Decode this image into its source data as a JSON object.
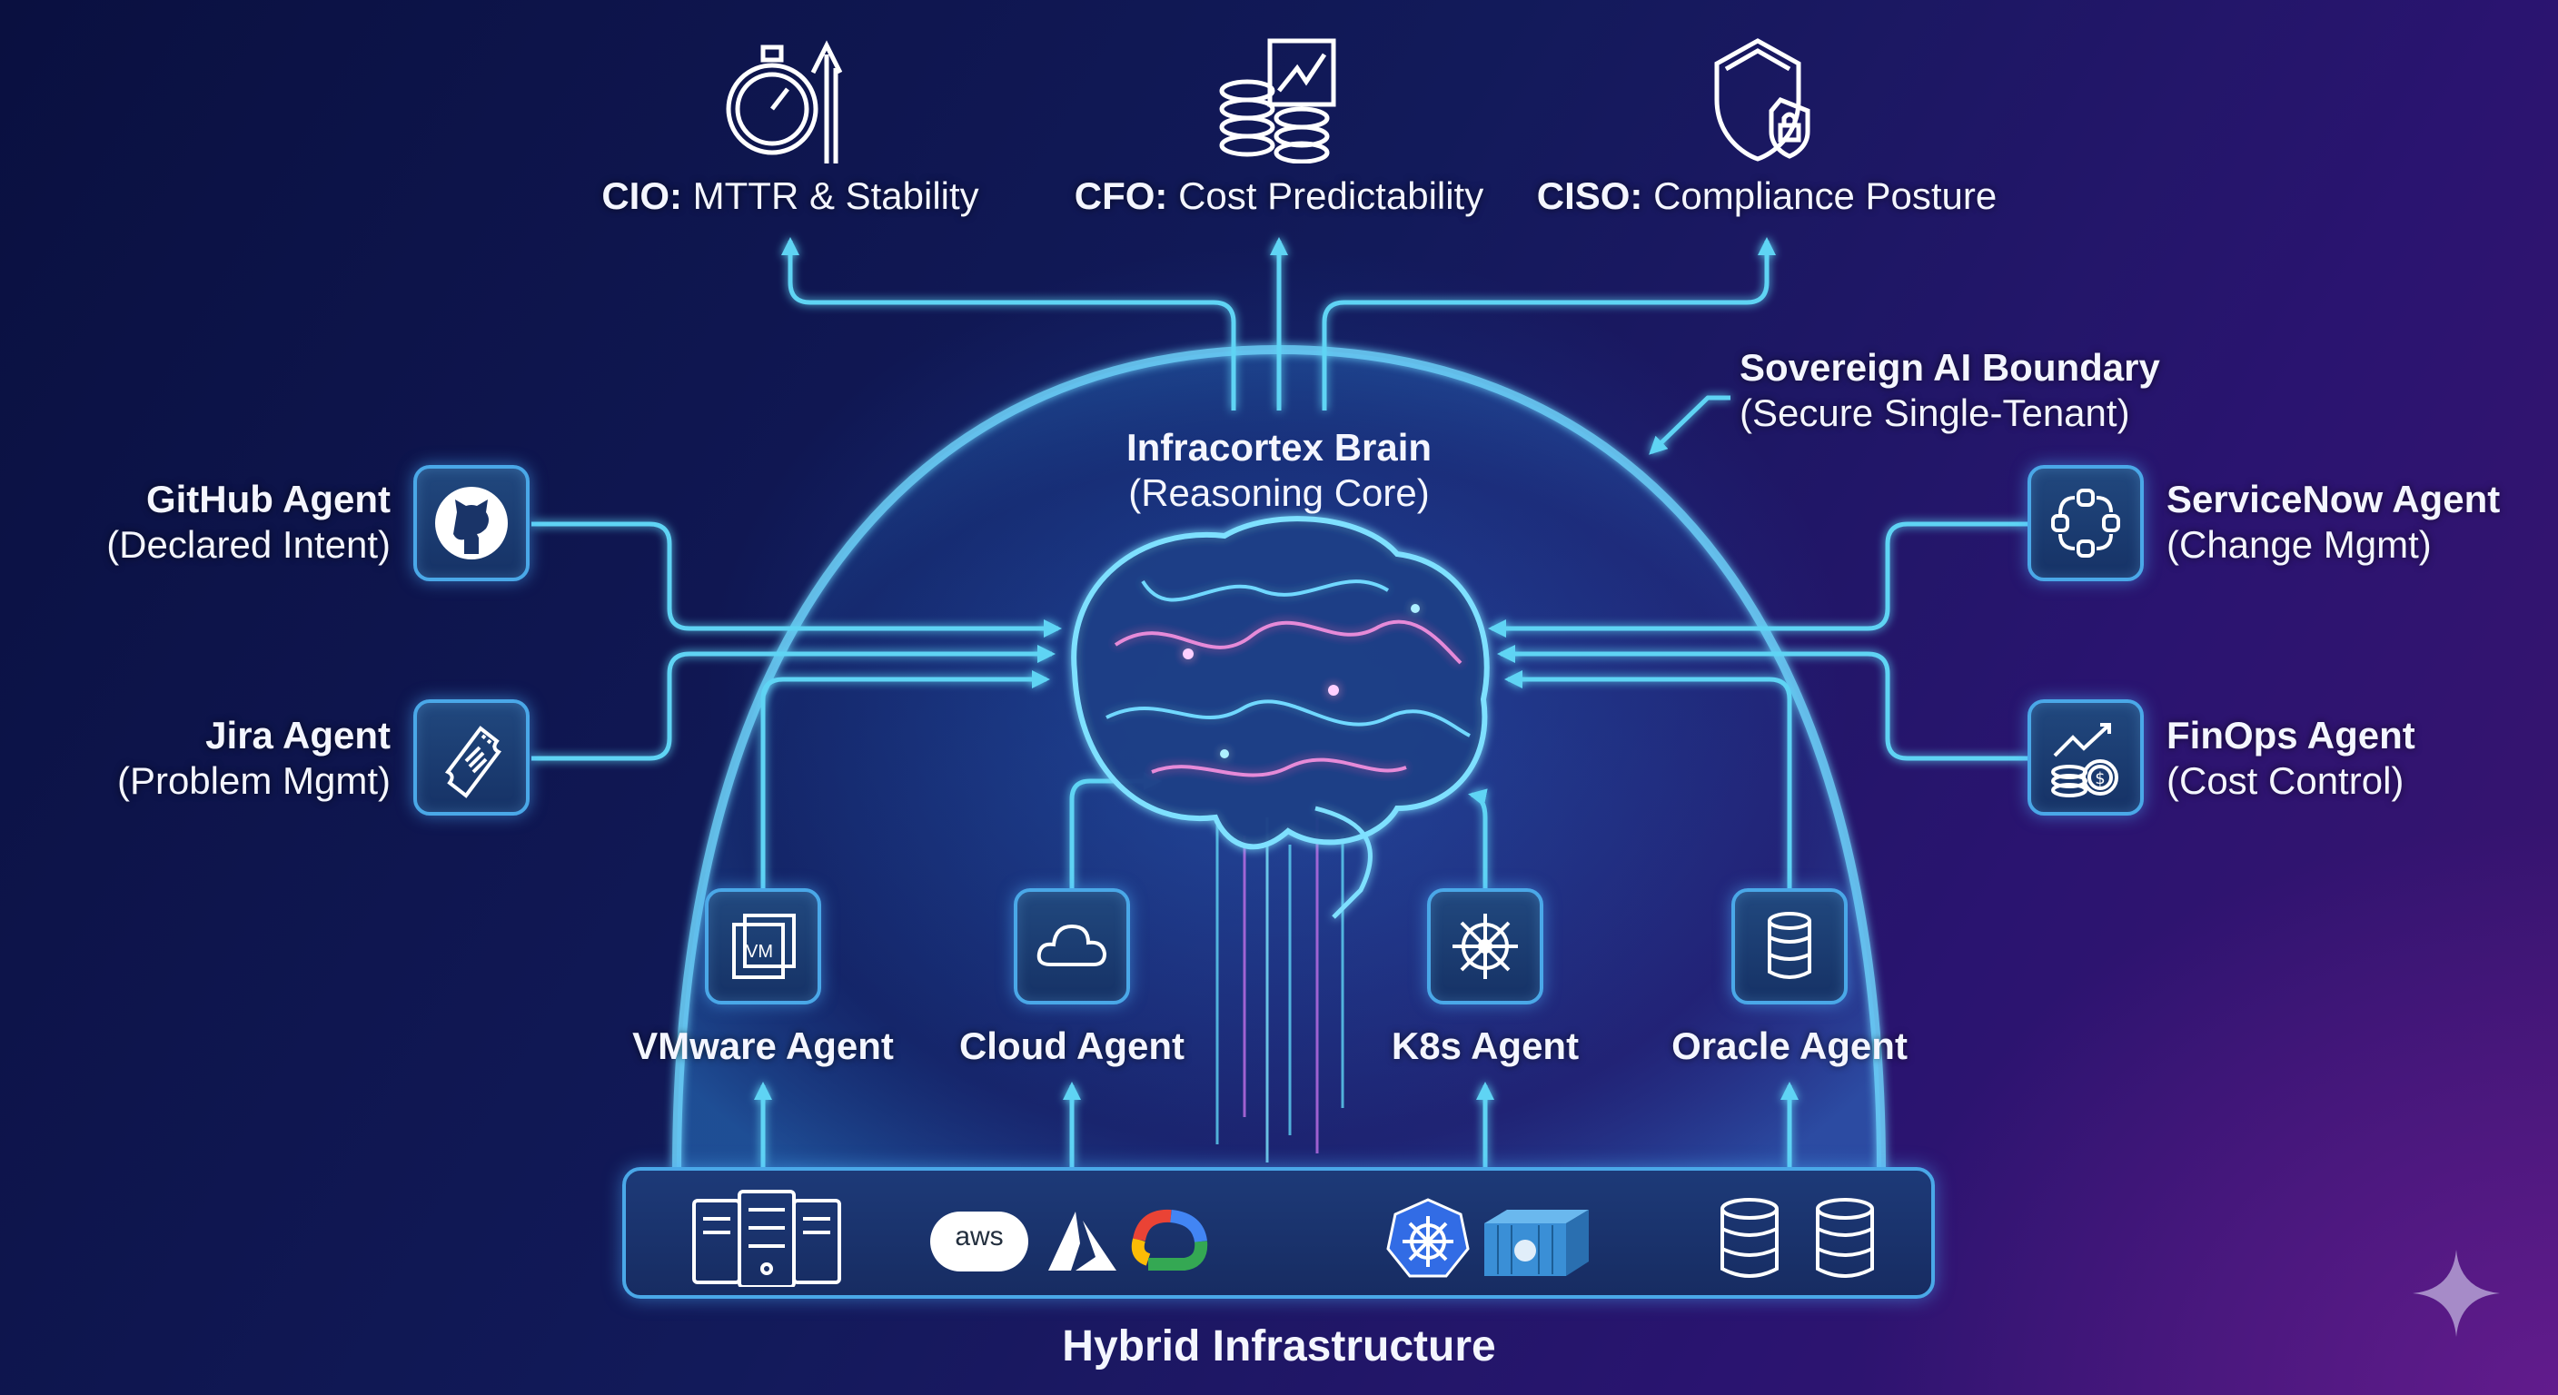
{
  "kpis": [
    {
      "role": "CIO:",
      "metric": "MTTR & Stability",
      "icon": "stopwatch-arrow-icon"
    },
    {
      "role": "CFO:",
      "metric": "Cost Predictability",
      "icon": "coins-chart-icon"
    },
    {
      "role": "CISO:",
      "metric": "Compliance Posture",
      "icon": "shield-lock-icon"
    }
  ],
  "boundary": {
    "title": "Sovereign AI Boundary",
    "subtitle": "(Secure Single-Tenant)"
  },
  "brain": {
    "title": "Infracortex Brain",
    "subtitle": "(Reasoning Core)"
  },
  "left_agents": [
    {
      "title": "GitHub Agent",
      "subtitle": "(Declared Intent)",
      "icon": "github-icon"
    },
    {
      "title": "Jira Agent",
      "subtitle": "(Problem Mgmt)",
      "icon": "ticket-icon"
    }
  ],
  "right_agents": [
    {
      "title": "ServiceNow Agent",
      "subtitle": "(Change Mgmt)",
      "icon": "workflow-cycle-icon"
    },
    {
      "title": "FinOps Agent",
      "subtitle": "(Cost Control)",
      "icon": "finops-coins-icon"
    }
  ],
  "bottom_agents": [
    {
      "title": "VMware Agent",
      "icon": "vm-icon",
      "icon_text": "VM"
    },
    {
      "title": "Cloud Agent",
      "icon": "cloud-icon"
    },
    {
      "title": "K8s Agent",
      "icon": "helm-wheel-icon"
    },
    {
      "title": "Oracle Agent",
      "icon": "database-icon"
    }
  ],
  "infrastructure": {
    "label": "Hybrid Infrastructure",
    "icons": [
      "server-rack-icon",
      "aws-icon",
      "azure-icon",
      "google-cloud-icon",
      "kubernetes-icon",
      "docker-container-icon",
      "database-icon",
      "database-icon"
    ],
    "aws_text": "aws"
  },
  "colors": {
    "connector": "#5fd4f4",
    "box_border": "#4aa8e8",
    "bg_dark": "#0a1040",
    "bg_purple": "#3d1470",
    "sparkle": "#a68bc8"
  }
}
